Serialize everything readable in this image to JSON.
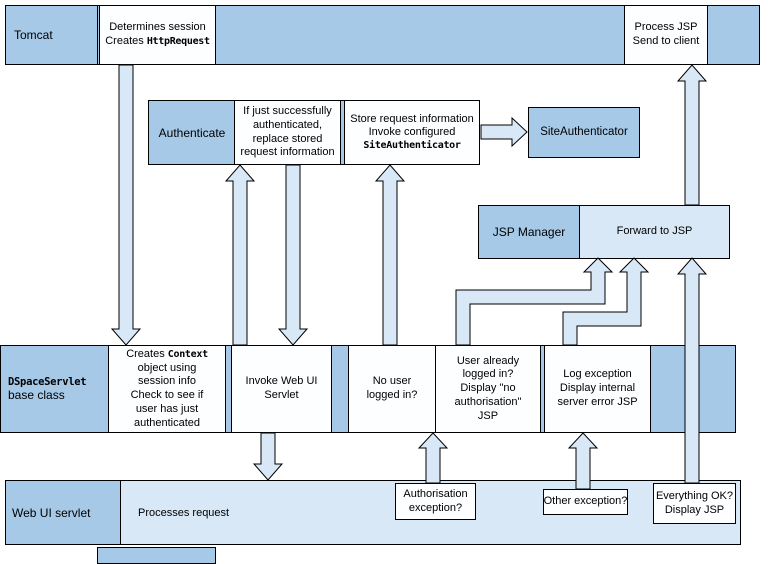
{
  "colors": {
    "band": "#a6c9e8",
    "light": "#d9e8f6",
    "box": "#fdfeff"
  },
  "tomcat": {
    "label": "Tomcat",
    "session_box": {
      "line1": "Determines session",
      "line2_prefix": "Creates ",
      "line2_code": "HttpRequest"
    },
    "process_box": {
      "line1": "Process JSP",
      "line2": "Send to client"
    }
  },
  "authenticate": {
    "label": "Authenticate",
    "replace_box": {
      "lines": [
        "If just successfully",
        "authenticated,",
        "replace stored",
        "request information"
      ]
    },
    "store_box": {
      "line1": "Store request information",
      "line2": "Invoke configured",
      "line3_code": "SiteAuthenticator"
    },
    "site_authenticator": {
      "label": "SiteAuthenticator"
    }
  },
  "jsp_manager": {
    "label": "JSP Manager",
    "forward_box": "Forward to JSP"
  },
  "dspace_servlet": {
    "label_code": "DSpaceServlet",
    "label_sub": "base class",
    "context_box": {
      "line1_prefix": "Creates ",
      "line1_code": "Context",
      "lines": [
        "object using",
        "session info",
        "Check to see if",
        "user has just",
        "authenticated"
      ]
    },
    "invoke_box": {
      "lines": [
        "Invoke Web UI",
        "Servlet"
      ]
    },
    "no_user_box": {
      "lines": [
        "No user",
        "logged in?"
      ]
    },
    "already_box": {
      "lines": [
        "User already",
        "logged in?",
        "Display \"no",
        "authorisation\"",
        "JSP"
      ]
    },
    "log_box": {
      "lines": [
        "Log exception",
        "Display internal",
        "server error JSP"
      ]
    }
  },
  "web_ui": {
    "label": "Web UI servlet",
    "processes_label": "Processes request",
    "auth_exception_box": {
      "lines": [
        "Authorisation",
        "exception?"
      ]
    },
    "other_exception_box": {
      "lines": [
        "Other exception?"
      ]
    },
    "ok_box": {
      "lines": [
        "Everything OK?",
        "Display JSP"
      ]
    }
  },
  "connections": [
    {
      "from": "Tomcat",
      "to": "DSpaceServlet base class"
    },
    {
      "from": "DSpaceServlet base class",
      "to": "Authenticate"
    },
    {
      "from": "Authenticate",
      "to": "DSpaceServlet base class"
    },
    {
      "from": "No user logged in?",
      "to": "Store request information"
    },
    {
      "from": "Store request information",
      "to": "SiteAuthenticator"
    },
    {
      "from": "User already logged in?",
      "to": "Forward to JSP"
    },
    {
      "from": "Log exception",
      "to": "Forward to JSP"
    },
    {
      "from": "Invoke Web UI Servlet",
      "to": "Web UI servlet"
    },
    {
      "from": "Authorisation exception?",
      "to": "DSpaceServlet base class"
    },
    {
      "from": "Other exception?",
      "to": "Log exception"
    },
    {
      "from": "Everything OK?",
      "to": "Forward to JSP"
    },
    {
      "from": "JSP Manager",
      "to": "Process JSP / Send to client"
    }
  ]
}
